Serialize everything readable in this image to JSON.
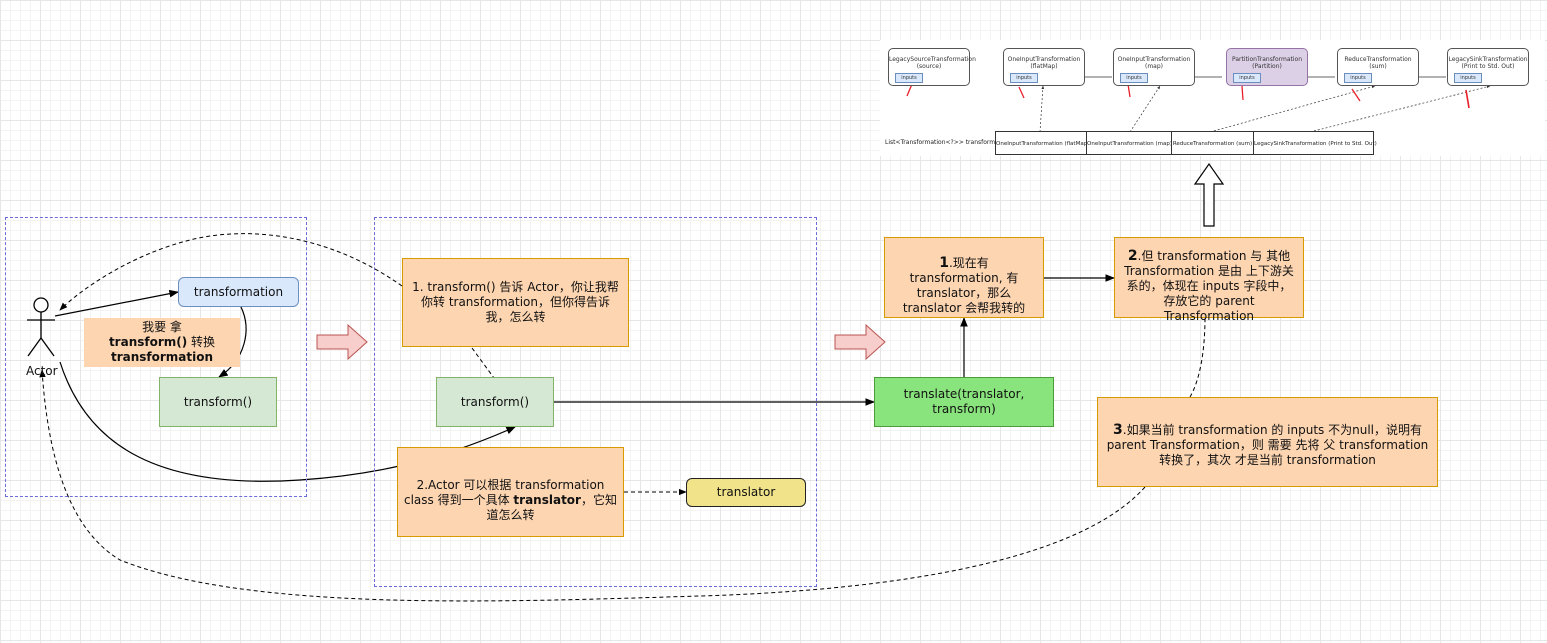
{
  "actor": {
    "label": "Actor"
  },
  "left": {
    "transformation": "transformation",
    "transform": "transform()",
    "note": {
      "l1": "我要 拿",
      "l2": "transform()",
      "l3": " 转换",
      "l4": "transformation"
    }
  },
  "middle": {
    "note1": "1. transform() 告诉 Actor，你让我帮你转 transformation，但你得告诉我，怎么转",
    "transform": "transform()",
    "note2": {
      "before": "2.Actor 可以根据 transformation class 得到一个具体 ",
      "bold": "translator",
      "after": "，它知道怎么转"
    },
    "translator": "translator"
  },
  "right": {
    "translate": "translate(translator, transform)",
    "note1": {
      "num": "1",
      "text": ".现在有 transformation, 有 translator，那么 translator 会帮我转的"
    },
    "note2": {
      "num": "2",
      "text": ".但 transformation 与 其他 Transformation 是由 上下游关系的，体现在 inputs 字段中，存放它的 parent Transformation"
    },
    "note3": {
      "num": "3",
      "text": ".如果当前 transformation 的 inputs 不为null，说明有 parent Transformation，则 需要 先将 父 transformation 转换了，其次 才是当前 transformation"
    }
  },
  "panel": {
    "nodes": [
      {
        "title": "LegacySourceTransformation",
        "sub": "(source)",
        "inputs": "inputs"
      },
      {
        "title": "OneInputTransformation",
        "sub": "(flatMap)",
        "inputs": "inputs"
      },
      {
        "title": "OneInputTransformation",
        "sub": "(map)",
        "inputs": "inputs"
      },
      {
        "title": "PartitionTransformation",
        "sub": "(Partition)",
        "inputs": "inputs"
      },
      {
        "title": "ReduceTransformation",
        "sub": "(sum)",
        "inputs": "inputs"
      },
      {
        "title": "LegacySinkTransformation",
        "sub": "(Print to Std. Out)",
        "inputs": "inputs"
      }
    ],
    "list_label": "List<Transformation<?>> transformations:",
    "list_cells": [
      "OneInputTransformation    (flatMap)",
      "OneInputTransformation    (map)",
      "ReduceTransformation    (sum)",
      "LegacySinkTransformation    (Print to Std. Out)"
    ]
  },
  "colors": {
    "peach": "#fdd5b1",
    "green": "#d5e8d4",
    "bright_green": "#8ae47d",
    "blue": "#dae8fc",
    "yellow": "#f0e38a",
    "purple": "#dcd0e6",
    "arrow_pink": "#f8cecc",
    "frame": "#6c6cd8",
    "red_mark": "#e8202a"
  }
}
